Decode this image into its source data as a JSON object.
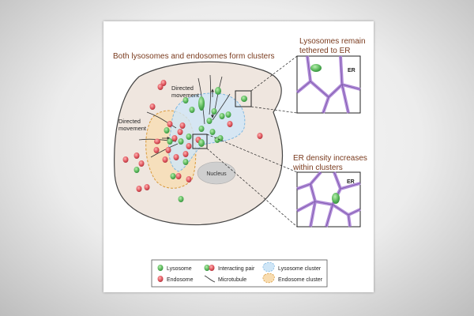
{
  "figure": {
    "title": "Both lysosomes and endosomes form clusters",
    "callout_top": {
      "line1": "Lysosomes remain",
      "line2": "tethered to ER",
      "er_label": "ER"
    },
    "callout_bottom": {
      "line1": "ER density increases",
      "line2": "within clusters",
      "er_label": "ER"
    },
    "directed_movement_1": {
      "line1": "Directed",
      "line2": "movement"
    },
    "directed_movement_2": {
      "line1": "Directed",
      "line2": "movement"
    },
    "nucleus_label": "Nucleus"
  },
  "legend": {
    "lysosome": "Lysosome",
    "endosome": "Endosome",
    "interacting_pair": "Interacting pair",
    "microtubule": "Microtubule",
    "lysosome_cluster": "Lysosome cluster",
    "endosome_cluster": "Endosome cluster"
  },
  "colors": {
    "cell_fill": "#efe6df",
    "lysosome": "#5cb85c",
    "endosome": "#e0575f",
    "er": "#b08ad8",
    "title_text": "#7a3b1e",
    "lysosome_cluster": "#cfe6f7",
    "endosome_cluster": "#f8dcb0",
    "nucleus": "#cfcfcf"
  }
}
